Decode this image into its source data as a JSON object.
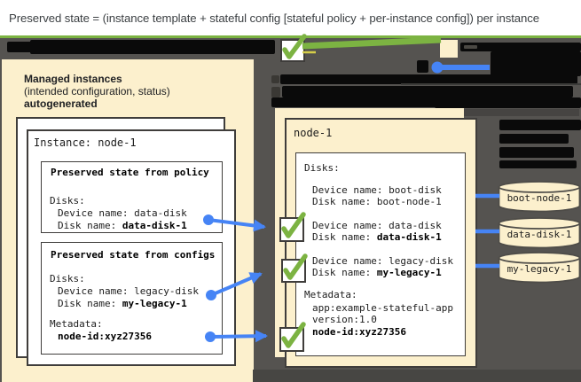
{
  "title": "Preserved state = (instance template + stateful config [stateful policy + per-instance config]) per instance",
  "colors": {
    "accent_green": "#7CB342",
    "accent_blue": "#4684F5",
    "panel_cream": "#FCF0CD",
    "background_dark": "#555350"
  },
  "left_panel": {
    "heading1": "Managed instances",
    "heading2": "(intended configuration, status)",
    "heading3": "autogenerated",
    "instance_card_title": "Instance: node-1",
    "policy_box": {
      "title": "Preserved state from policy",
      "disks_label": "Disks:",
      "device_line": "Device name: data-disk",
      "disk_name_label": "Disk name: ",
      "disk_name_value": "data-disk-1"
    },
    "configs_box": {
      "title": "Preserved state from configs",
      "disks_label": "Disks:",
      "device_line": "Device name: legacy-disk",
      "disk_name_label": "Disk name: ",
      "disk_name_value": "my-legacy-1",
      "metadata_label": "Metadata:",
      "metadata_value": "node-id:xyz27356"
    }
  },
  "vm_panel": {
    "title": "node-1",
    "disks_label": "Disks:",
    "boot_device_line": "Device name: boot-disk",
    "boot_disk_line": "Disk name: boot-node-1",
    "data_device_line": "Device name: data-disk",
    "data_disk_label": "Disk name: ",
    "data_disk_value": "data-disk-1",
    "legacy_device_line": "Device name: legacy-disk",
    "legacy_disk_label": "Disk name: ",
    "legacy_disk_value": "my-legacy-1",
    "metadata_label": "Metadata:",
    "metadata_app": "app:example-stateful-app",
    "metadata_version": "version:1.0",
    "metadata_node_id": "node-id:xyz27356"
  },
  "disk_cylinders": {
    "boot": "boot-node-1",
    "data": "data-disk-1",
    "legacy": "my-legacy-1"
  }
}
